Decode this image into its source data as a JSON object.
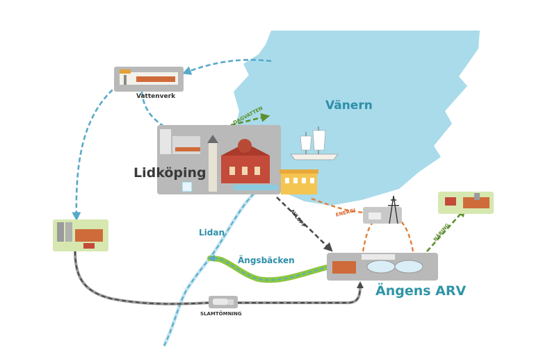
{
  "labels": {
    "lake": "Vänern",
    "city": "Lidköping",
    "waterworks": "Vattenverk",
    "river": "Lidan",
    "creek": "Ängsbäcken",
    "treatment_plant": "Ängens ARV",
    "stormwater": "DAGVATTEN",
    "sewage": "AVLOPP",
    "energy": "ENERGI",
    "nutrients": "NÄRING",
    "sludge": "SLAMTÖMNING"
  },
  "colors": {
    "lake": "#a9dbea",
    "water_flow": "#56a9c9",
    "sewage_flow": "#555555",
    "energy_flow": "#e0803a",
    "nutrient_flow": "#6a9e3a",
    "creek": "#8cc63f",
    "panel": "#b9b9b9",
    "panel_green": "#d6e8b0"
  }
}
